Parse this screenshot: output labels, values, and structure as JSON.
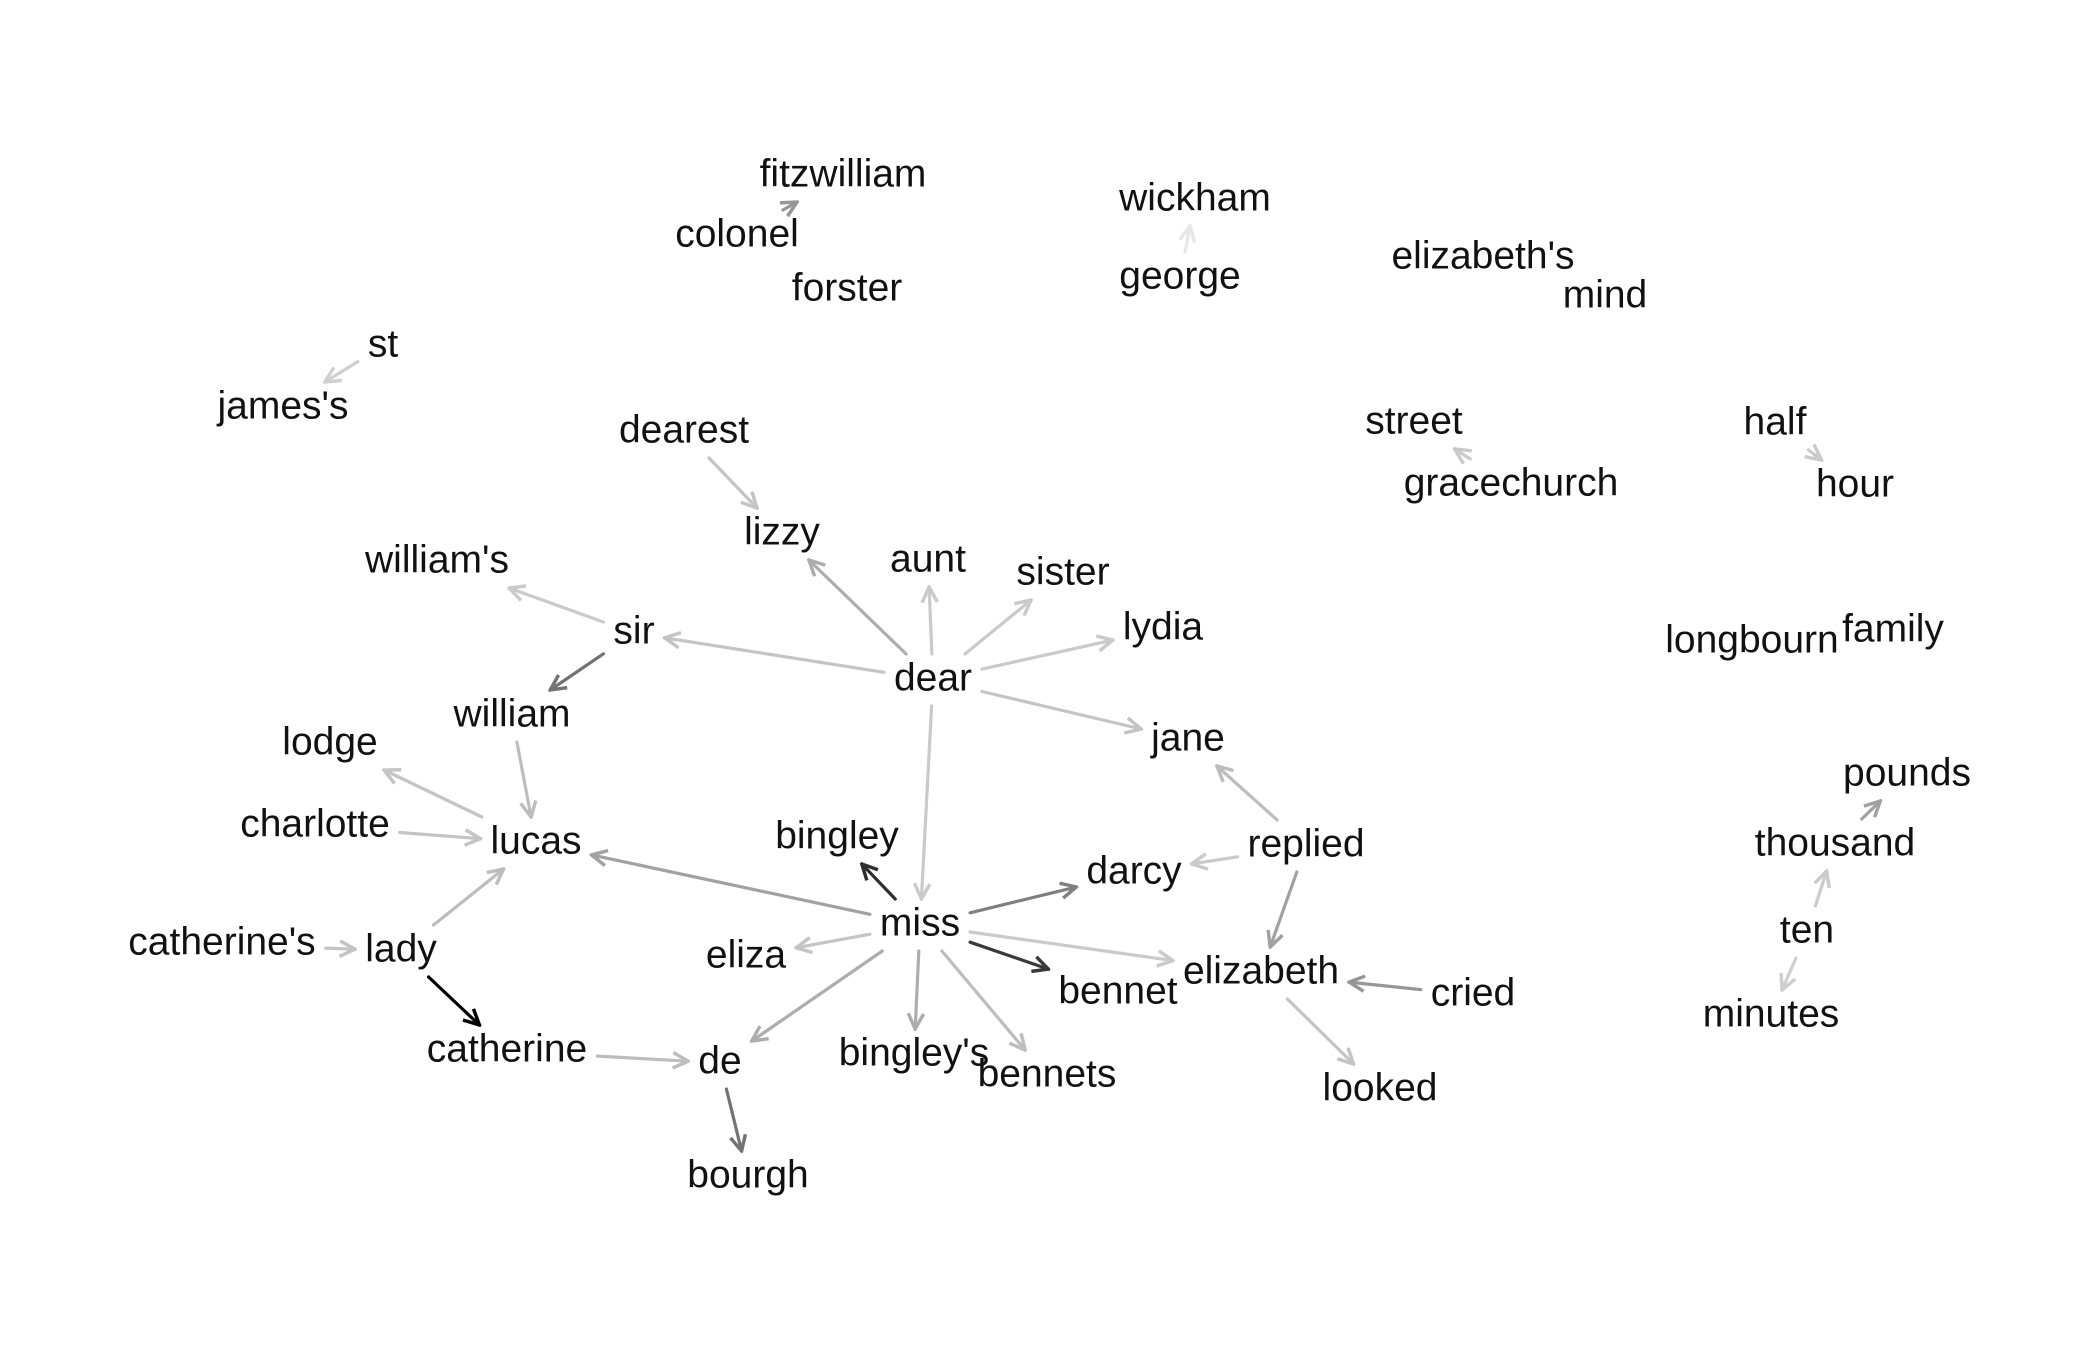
{
  "diagram": {
    "type": "bigram-network",
    "edge_color_min": "#e6e6e6",
    "edge_color_max": "#000000",
    "nodes": [
      {
        "id": "fitzwilliam",
        "label": "fitzwilliam"
      },
      {
        "id": "colonel",
        "label": "colonel"
      },
      {
        "id": "forster",
        "label": "forster"
      },
      {
        "id": "wickham",
        "label": "wickham"
      },
      {
        "id": "george",
        "label": "george"
      },
      {
        "id": "elizabeths",
        "label": "elizabeth's"
      },
      {
        "id": "mind",
        "label": "mind"
      },
      {
        "id": "st",
        "label": "st"
      },
      {
        "id": "jamess",
        "label": "james's"
      },
      {
        "id": "dearest",
        "label": "dearest"
      },
      {
        "id": "street",
        "label": "street"
      },
      {
        "id": "gracechurch",
        "label": "gracechurch"
      },
      {
        "id": "half",
        "label": "half"
      },
      {
        "id": "hour",
        "label": "hour"
      },
      {
        "id": "lizzy",
        "label": "lizzy"
      },
      {
        "id": "williams",
        "label": "william's"
      },
      {
        "id": "aunt",
        "label": "aunt"
      },
      {
        "id": "sister",
        "label": "sister"
      },
      {
        "id": "sir",
        "label": "sir"
      },
      {
        "id": "lydia",
        "label": "lydia"
      },
      {
        "id": "longbourn",
        "label": "longbourn"
      },
      {
        "id": "family",
        "label": "family"
      },
      {
        "id": "dear",
        "label": "dear"
      },
      {
        "id": "william",
        "label": "william"
      },
      {
        "id": "jane",
        "label": "jane"
      },
      {
        "id": "lodge",
        "label": "lodge"
      },
      {
        "id": "pounds",
        "label": "pounds"
      },
      {
        "id": "charlotte",
        "label": "charlotte"
      },
      {
        "id": "bingley",
        "label": "bingley"
      },
      {
        "id": "lucas",
        "label": "lucas"
      },
      {
        "id": "replied",
        "label": "replied"
      },
      {
        "id": "thousand",
        "label": "thousand"
      },
      {
        "id": "darcy",
        "label": "darcy"
      },
      {
        "id": "miss",
        "label": "miss"
      },
      {
        "id": "ten",
        "label": "ten"
      },
      {
        "id": "catherines",
        "label": "catherine's"
      },
      {
        "id": "lady",
        "label": "lady"
      },
      {
        "id": "eliza",
        "label": "eliza"
      },
      {
        "id": "elizabeth",
        "label": "elizabeth"
      },
      {
        "id": "bennet",
        "label": "bennet"
      },
      {
        "id": "cried",
        "label": "cried"
      },
      {
        "id": "minutes",
        "label": "minutes"
      },
      {
        "id": "catherine",
        "label": "catherine"
      },
      {
        "id": "de",
        "label": "de"
      },
      {
        "id": "bingleys",
        "label": "bingley's"
      },
      {
        "id": "bennets",
        "label": "bennets"
      },
      {
        "id": "looked",
        "label": "looked"
      },
      {
        "id": "bourgh",
        "label": "bourgh"
      }
    ],
    "edges": [
      {
        "from": "colonel",
        "to": "fitzwilliam",
        "n": 0.35
      },
      {
        "from": "colonel",
        "to": "forster",
        "n": 0.35
      },
      {
        "from": "george",
        "to": "wickham",
        "n": 0.0
      },
      {
        "from": "elizabeths",
        "to": "mind",
        "n": 0.1
      },
      {
        "from": "st",
        "to": "jamess",
        "n": 0.1
      },
      {
        "from": "dearest",
        "to": "lizzy",
        "n": 0.15
      },
      {
        "from": "gracechurch",
        "to": "street",
        "n": 0.12
      },
      {
        "from": "half",
        "to": "hour",
        "n": 0.12
      },
      {
        "from": "dear",
        "to": "lizzy",
        "n": 0.25
      },
      {
        "from": "dear",
        "to": "aunt",
        "n": 0.12
      },
      {
        "from": "dear",
        "to": "sister",
        "n": 0.12
      },
      {
        "from": "dear",
        "to": "lydia",
        "n": 0.12
      },
      {
        "from": "dear",
        "to": "sir",
        "n": 0.15
      },
      {
        "from": "dear",
        "to": "jane",
        "n": 0.15
      },
      {
        "from": "dear",
        "to": "miss",
        "n": 0.12
      },
      {
        "from": "sir",
        "to": "williams",
        "n": 0.12
      },
      {
        "from": "sir",
        "to": "william",
        "n": 0.5
      },
      {
        "from": "longbourn",
        "to": "family",
        "n": 0.1
      },
      {
        "from": "william",
        "to": "lucas",
        "n": 0.18
      },
      {
        "from": "lucas",
        "to": "lodge",
        "n": 0.15
      },
      {
        "from": "charlotte",
        "to": "lucas",
        "n": 0.15
      },
      {
        "from": "lady",
        "to": "lucas",
        "n": 0.18
      },
      {
        "from": "lady",
        "to": "catherine",
        "n": 1.0
      },
      {
        "from": "catherines",
        "to": "lady",
        "n": 0.15
      },
      {
        "from": "catherine",
        "to": "de",
        "n": 0.18
      },
      {
        "from": "de",
        "to": "bourgh",
        "n": 0.5
      },
      {
        "from": "miss",
        "to": "bingley",
        "n": 0.8
      },
      {
        "from": "miss",
        "to": "lucas",
        "n": 0.3
      },
      {
        "from": "miss",
        "to": "darcy",
        "n": 0.45
      },
      {
        "from": "miss",
        "to": "eliza",
        "n": 0.15
      },
      {
        "from": "miss",
        "to": "de",
        "n": 0.25
      },
      {
        "from": "miss",
        "to": "bingleys",
        "n": 0.25
      },
      {
        "from": "miss",
        "to": "bennets",
        "n": 0.18
      },
      {
        "from": "miss",
        "to": "bennet",
        "n": 0.75
      },
      {
        "from": "miss",
        "to": "elizabeth",
        "n": 0.12
      },
      {
        "from": "replied",
        "to": "jane",
        "n": 0.18
      },
      {
        "from": "replied",
        "to": "darcy",
        "n": 0.12
      },
      {
        "from": "replied",
        "to": "elizabeth",
        "n": 0.3
      },
      {
        "from": "cried",
        "to": "elizabeth",
        "n": 0.35
      },
      {
        "from": "elizabeth",
        "to": "looked",
        "n": 0.15
      },
      {
        "from": "ten",
        "to": "thousand",
        "n": 0.12
      },
      {
        "from": "thousand",
        "to": "pounds",
        "n": 0.3
      },
      {
        "from": "ten",
        "to": "minutes",
        "n": 0.1
      }
    ]
  }
}
